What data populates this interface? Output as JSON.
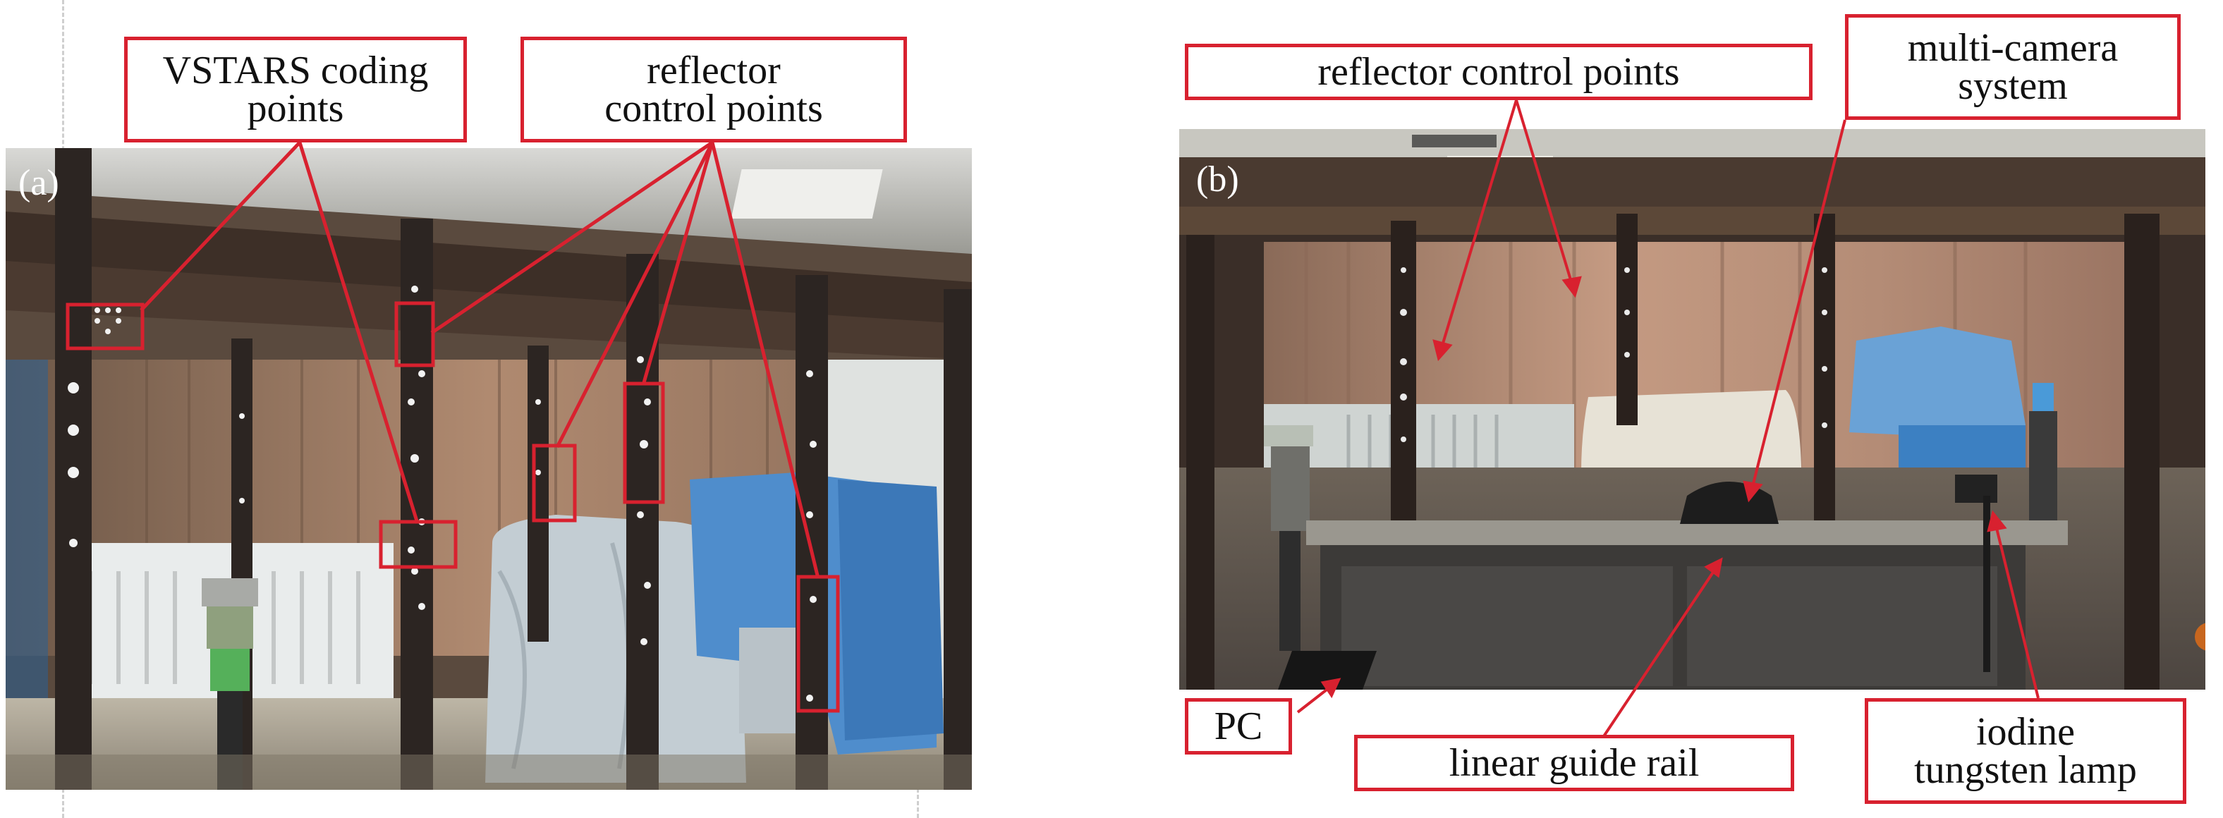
{
  "panels": {
    "a": {
      "tag": "(a)",
      "labels": {
        "vstars": "VSTARS coding\npoints",
        "reflector": "reflector\ncontrol points"
      }
    },
    "b": {
      "tag": "(b)",
      "labels": {
        "reflector": "reflector control points",
        "multicam": "multi-camera\nsystem",
        "pc": "PC",
        "rail": "linear guide rail",
        "lamp": "iodine\ntungsten lamp"
      }
    }
  },
  "colors": {
    "annotation": "#d8212f",
    "beam": "#3a2e28",
    "curtain": "#a97f68",
    "cloth_blue": "#4f8dcc",
    "cloth_grey": "#c3cdd3",
    "wall_white": "#e9ecec"
  }
}
